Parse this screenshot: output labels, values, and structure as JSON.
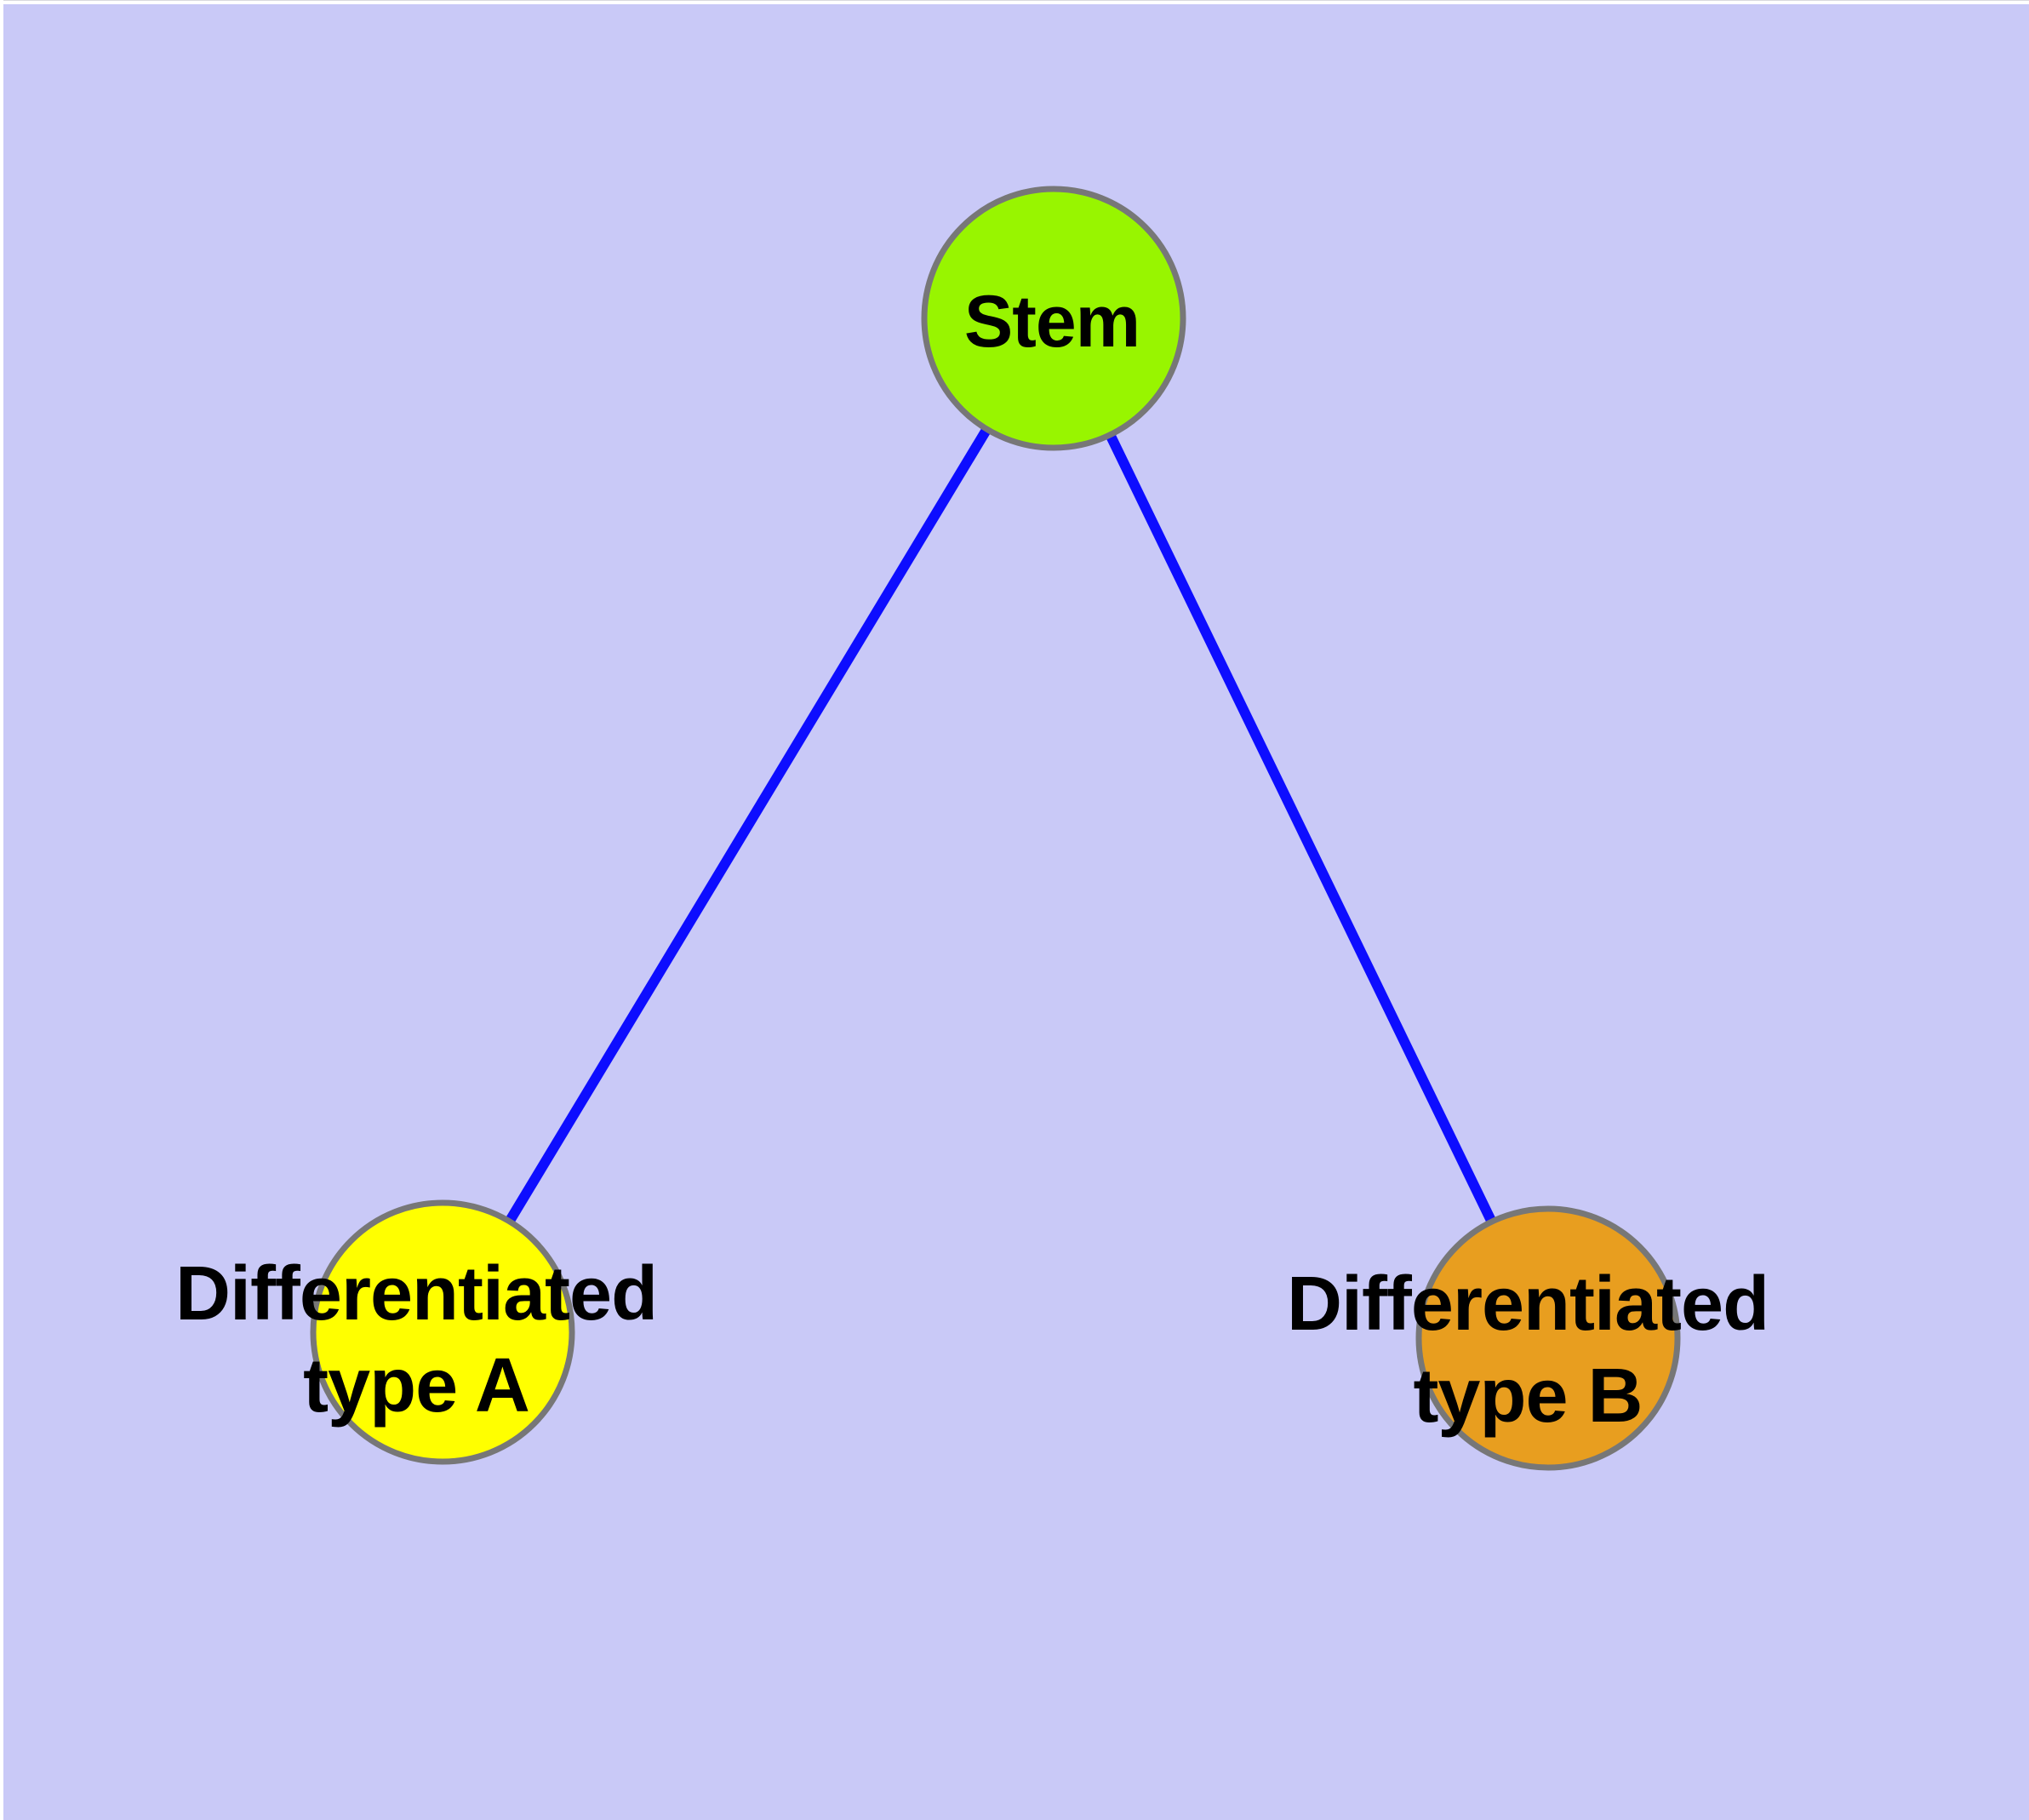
{
  "diagram": {
    "background_color": "#C9C9F7",
    "edge_color": "#0D0DFF",
    "node_border_color": "#777777",
    "label_color": "#000000",
    "nodes": [
      {
        "id": "stem",
        "label": "Stem",
        "lines": [
          "Stem"
        ],
        "color": "#98F500"
      },
      {
        "id": "differentiated-type-a",
        "label": "Differentiated type A",
        "lines": [
          "Differentiated",
          "type A"
        ],
        "color": "#FFFF00"
      },
      {
        "id": "differentiated-type-b",
        "label": "Differentiated type B",
        "lines": [
          "Differentiated",
          "type B"
        ],
        "color": "#E89E1F"
      }
    ],
    "edges": [
      {
        "from": "stem",
        "to": "differentiated-type-a"
      },
      {
        "from": "stem",
        "to": "differentiated-type-b"
      }
    ]
  }
}
